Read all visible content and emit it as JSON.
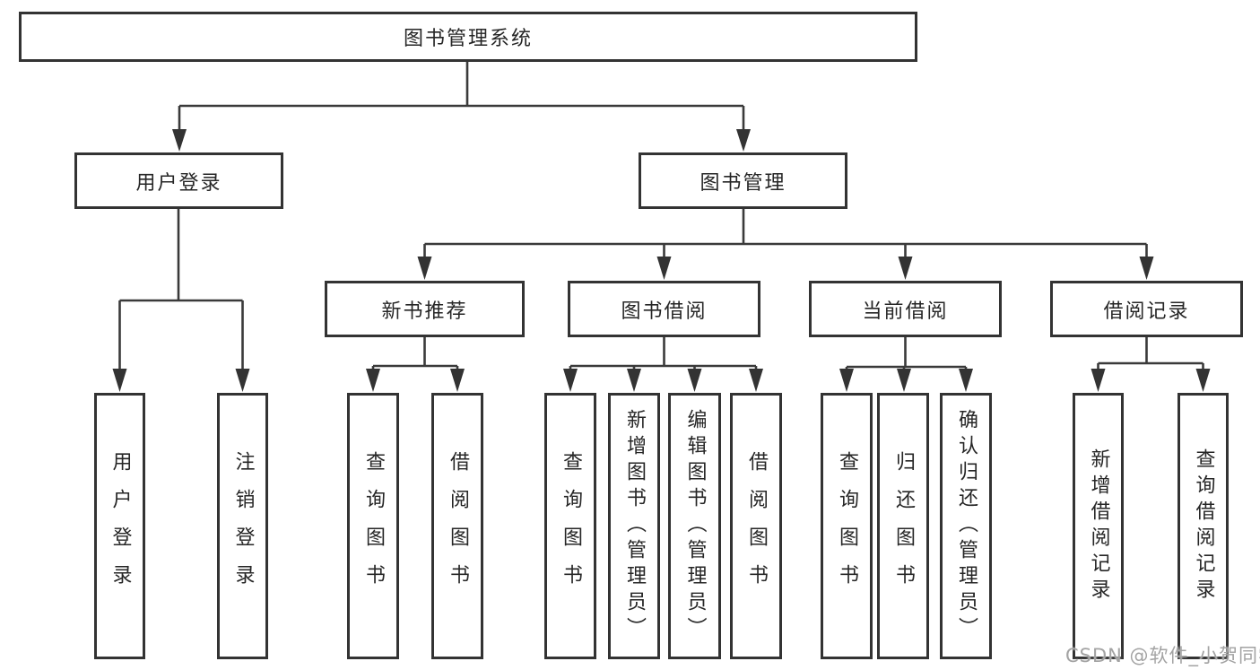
{
  "diagram_title": "图书管理系统",
  "tree": {
    "label": "图书管理系统",
    "children": [
      {
        "label": "用户登录",
        "children": [
          {
            "label": "用户登录"
          },
          {
            "label": "注销登录"
          }
        ]
      },
      {
        "label": "图书管理",
        "children": [
          {
            "label": "新书推荐",
            "children": [
              {
                "label": "查询图书"
              },
              {
                "label": "借阅图书"
              }
            ]
          },
          {
            "label": "图书借阅",
            "children": [
              {
                "label": "查询图书"
              },
              {
                "label": "新增图书（管理员）"
              },
              {
                "label": "编辑图书（管理员）"
              },
              {
                "label": "借阅图书"
              }
            ]
          },
          {
            "label": "当前借阅",
            "children": [
              {
                "label": "查询图书"
              },
              {
                "label": "归还图书"
              },
              {
                "label": "确认归还（管理员）"
              }
            ]
          },
          {
            "label": "借阅记录",
            "children": [
              {
                "label": "新增借阅记录"
              },
              {
                "label": "查询借阅记录"
              }
            ]
          }
        ]
      }
    ]
  },
  "watermark": {
    "text": "CSDN @软件_小贺同学"
  },
  "colors": {
    "box_border": "#333333",
    "connector_line": "#3a3a3a",
    "arrowhead": "#333333",
    "text": "#262626",
    "watermark_text": "#a3a3a3",
    "background": "#ffffff"
  }
}
